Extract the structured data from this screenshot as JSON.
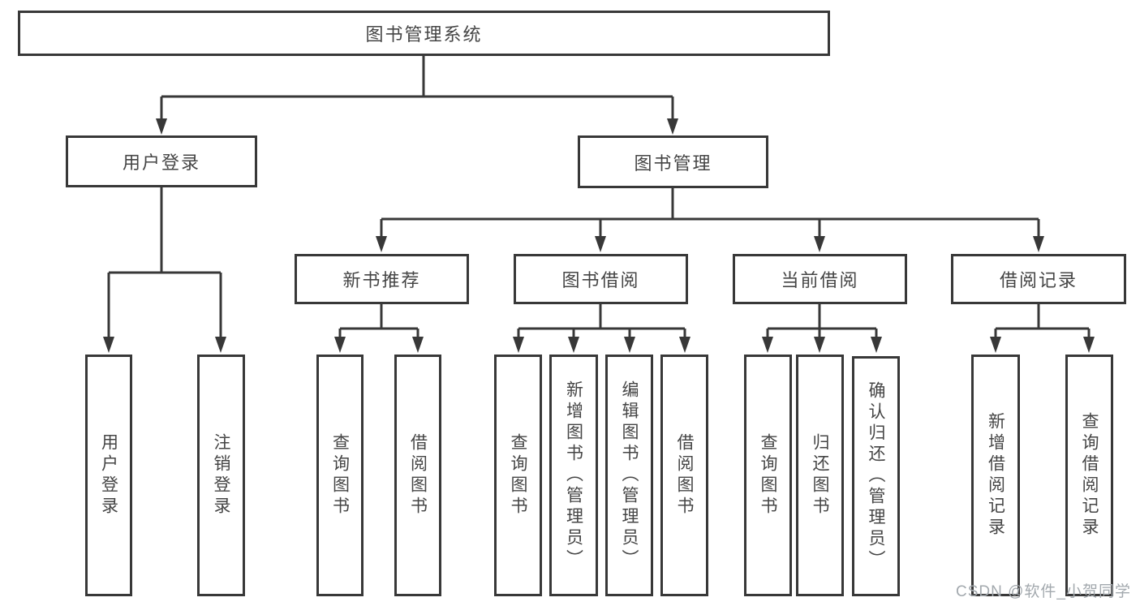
{
  "nodes": {
    "root": "图书管理系统",
    "user_login": "用户登录",
    "book_management": "图书管理",
    "new_book_recommendation": "新书推荐",
    "book_borrowing": "图书借阅",
    "current_borrowing": "当前借阅",
    "borrowing_records": "借阅记录",
    "leaves": {
      "login": "用户登录",
      "logout": "注销登录",
      "nbr_query_books": "查询图书",
      "nbr_borrow_books": "借阅图书",
      "bb_query_books": "查询图书",
      "bb_add_books": "新增图书（管理员）",
      "bb_edit_books": "编辑图书（管理员）",
      "bb_borrow_books": "借阅图书",
      "cb_query_books": "查询图书",
      "cb_return_books": "归还图书",
      "cb_confirm_return": "确认归还（管理员）",
      "br_add_record": "新增借阅记录",
      "br_query_record": "查询借阅记录"
    }
  },
  "watermark": "CSDN @软件_小贺同学",
  "colors": {
    "line": "#383838",
    "text": "#454545",
    "watermark": "#a3a9ae"
  }
}
